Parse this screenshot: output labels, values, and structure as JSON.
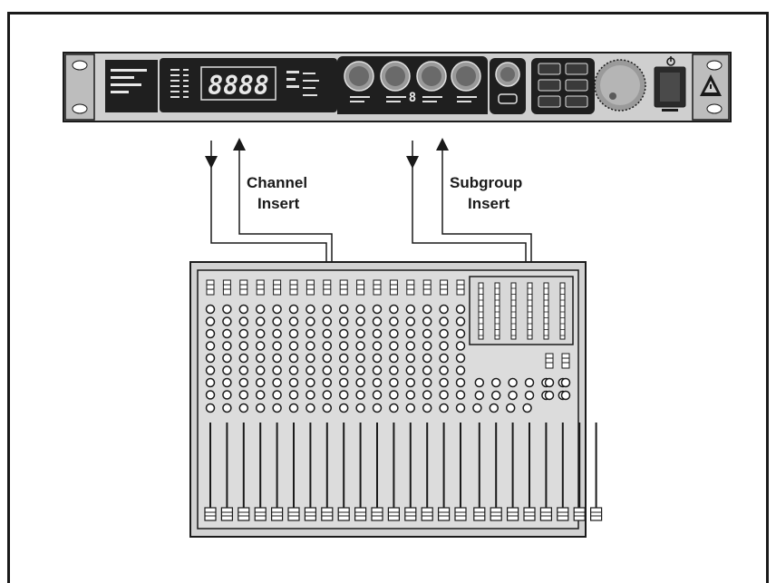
{
  "labels": {
    "channel_insert_line1": "Channel",
    "channel_insert_line2": "Insert",
    "subgroup_insert_line1": "Subgroup",
    "subgroup_insert_line2": "Insert"
  },
  "device": {
    "display_digits": "8888",
    "small_digit": "8"
  },
  "colors": {
    "ink": "#1a1a1a",
    "panel": "#c8c8c8",
    "panel_dark": "#3a3a3a",
    "mixer_body": "#d0d0d0"
  },
  "mixer": {
    "channel_strips": 16,
    "subgroup_faders": 8
  }
}
